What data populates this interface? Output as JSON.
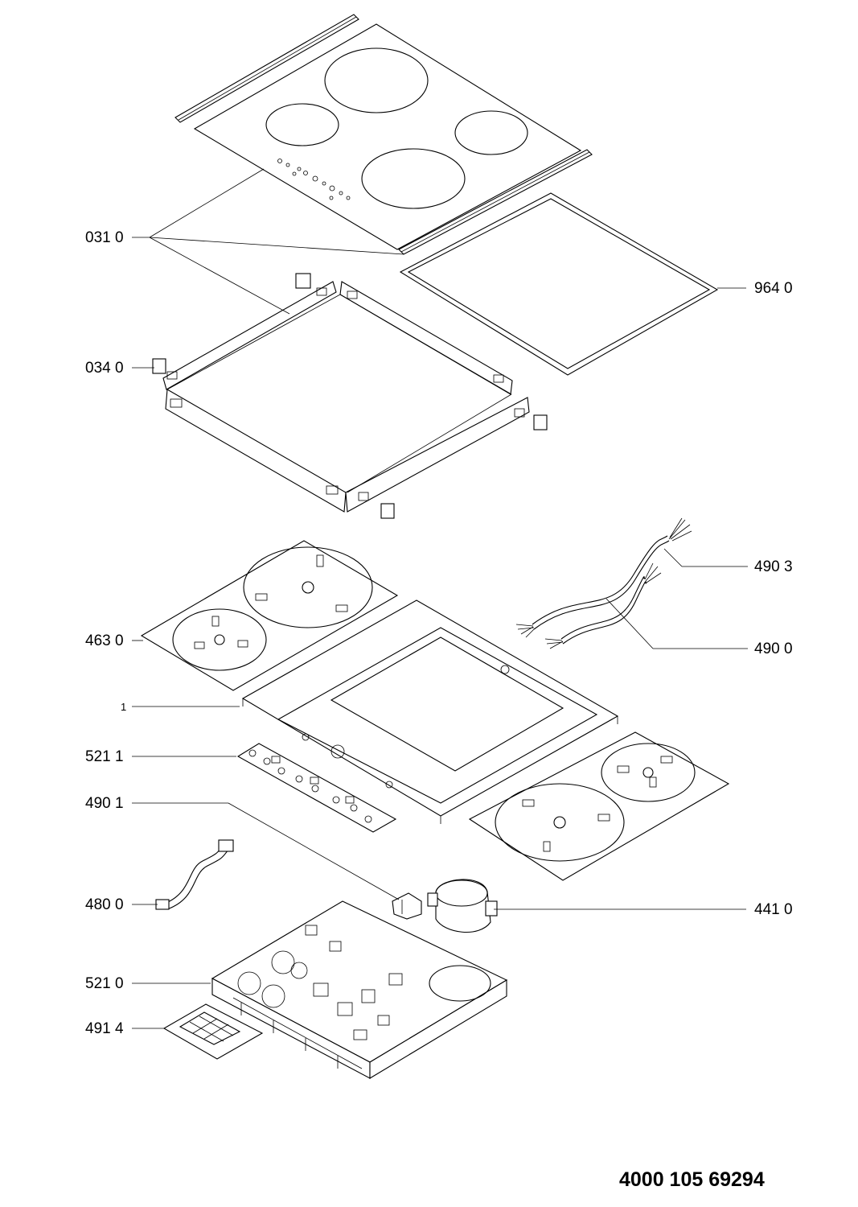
{
  "callouts": {
    "c031": "031 0",
    "c034": "034 0",
    "c964": "964 0",
    "c4903": "490 3",
    "c4900": "490 0",
    "c463": "463 0",
    "c1": "1",
    "c5211": "521 1",
    "c4901": "490 1",
    "c480": "480 0",
    "c441": "441 0",
    "c5210": "521 0",
    "c4914": "491 4"
  },
  "document_number": "4000 105 69294"
}
